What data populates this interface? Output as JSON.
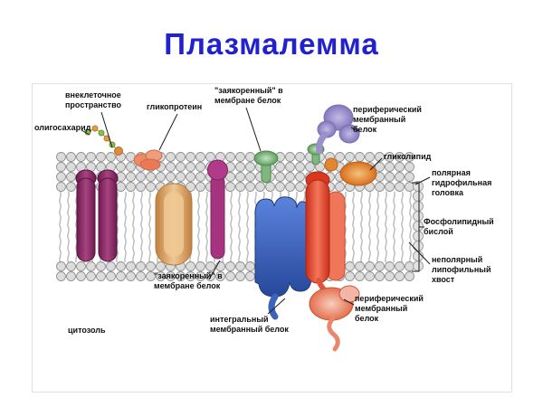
{
  "title": "Плазмалемма",
  "labels": {
    "extracellular": "внеклеточное\nпространство",
    "oligosaccharide": "олигосахарид",
    "glycoprotein": "гликопротеин",
    "anchored_top": "\"заякоренный\" в\nмембране белок",
    "peripheral_top": "периферический\nмембранный\nбелок",
    "glycolipid": "гликолипид",
    "polar_head": "полярная\nгидрофильная\nголовка",
    "bilayer": "Фосфолипидный\nбислой",
    "nonpolar_tail": "неполярный\nлипофильный\nхвост",
    "anchored_bottom": "\"заякоренный\" в\nмембране белок",
    "integral": "интегральный\nмембранный белок",
    "peripheral_bottom": "периферический\nмембранный\nбелок",
    "cytosol": "цитозоль"
  },
  "colors": {
    "title": "#2222cc",
    "label_text": "#111111",
    "membrane_head": "#dcdcdc",
    "channel_protein": "#8a2767",
    "carrier_protein": "#d69a52",
    "anchored_protein": "#b03a86",
    "integral_protein": "#3f6fd1",
    "red_protein": "#e2402a",
    "peripheral_top_protein": "#9a90cc",
    "peripheral_bottom_protein": "#f0a18a",
    "glycoprotein_green": "#7ab87a",
    "glycolipid_orange": "#e07a28"
  }
}
